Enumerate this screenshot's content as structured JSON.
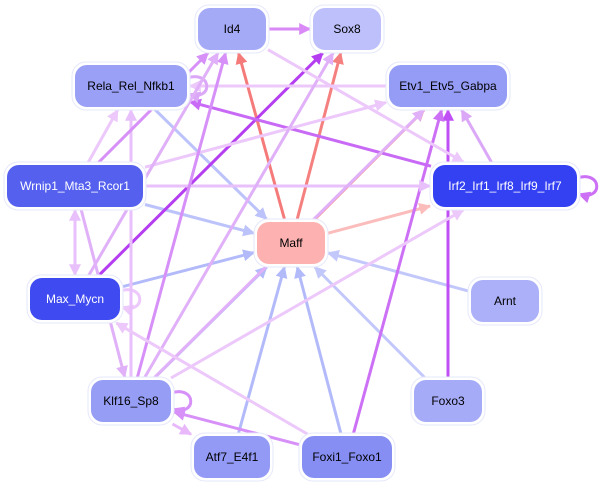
{
  "diagram": {
    "type": "regulatory-network",
    "center_node": "Maff",
    "nodes": [
      {
        "id": "Id4",
        "label": "Id4",
        "fill": "#a5aaf7",
        "text_color": "#000000"
      },
      {
        "id": "Sox8",
        "label": "Sox8",
        "fill": "#bdc0fb",
        "text_color": "#000000"
      },
      {
        "id": "Rela_Rel_Nfkb1",
        "label": "Rela_Rel_Nfkb1",
        "fill": "#9aa0f5",
        "text_color": "#000000"
      },
      {
        "id": "Etv1_Etv5_Gabpa",
        "label": "Etv1_Etv5_Gabpa",
        "fill": "#959cf5",
        "text_color": "#000000"
      },
      {
        "id": "Wrnip1_Mta3_Rcor1",
        "label": "Wrnip1_Mta3_Rcor1",
        "fill": "#5561ee",
        "text_color": "#ffffff"
      },
      {
        "id": "Irf2_Irf1_Irf8_Irf9_Irf7",
        "label": "Irf2_Irf1_Irf8_Irf9_Irf7",
        "fill": "#3441f2",
        "text_color": "#ffffff"
      },
      {
        "id": "Maff",
        "label": "Maff",
        "fill": "#fdb1b1",
        "text_color": "#000000"
      },
      {
        "id": "Max_Mycn",
        "label": "Max_Mycn",
        "fill": "#3f4af0",
        "text_color": "#ffffff"
      },
      {
        "id": "Arnt",
        "label": "Arnt",
        "fill": "#abb0f8",
        "text_color": "#000000"
      },
      {
        "id": "Klf16_Sp8",
        "label": "Klf16_Sp8",
        "fill": "#969df5",
        "text_color": "#000000"
      },
      {
        "id": "Foxo3",
        "label": "Foxo3",
        "fill": "#a6abf7",
        "text_color": "#000000"
      },
      {
        "id": "Atf7_E4f1",
        "label": "Atf7_E4f1",
        "fill": "#939af5",
        "text_color": "#000000"
      },
      {
        "id": "Foxi1_Foxo1",
        "label": "Foxi1_Foxo1",
        "fill": "#868ef3",
        "text_color": "#000000"
      }
    ],
    "edges": [
      {
        "from": "Maff",
        "to": "Id4",
        "color": "#f57a7a"
      },
      {
        "from": "Maff",
        "to": "Sox8",
        "color": "#f58080"
      },
      {
        "from": "Maff",
        "to": "Etv1_Etv5_Gabpa",
        "color": "#f78c8c"
      },
      {
        "from": "Maff",
        "to": "Irf2_Irf1_Irf8_Irf9_Irf7",
        "color": "#fbbcbc"
      },
      {
        "from": "Id4",
        "to": "Sox8",
        "color": "#d98af7"
      },
      {
        "from": "Rela_Rel_Nfkb1",
        "to": "Maff",
        "color": "#bcc3fa"
      },
      {
        "from": "Wrnip1_Mta3_Rcor1",
        "to": "Maff",
        "color": "#bcc3fa"
      },
      {
        "from": "Max_Mycn",
        "to": "Maff",
        "color": "#b3bafa"
      },
      {
        "from": "Klf16_Sp8",
        "to": "Maff",
        "color": "#b3bafa"
      },
      {
        "from": "Atf7_E4f1",
        "to": "Maff",
        "color": "#b3bafa"
      },
      {
        "from": "Foxi1_Foxo1",
        "to": "Maff",
        "color": "#b3bafa"
      },
      {
        "from": "Foxo3",
        "to": "Maff",
        "color": "#c3c8fb"
      },
      {
        "from": "Arnt",
        "to": "Maff",
        "color": "#c3c8fb"
      },
      {
        "from": "Max_Mycn",
        "to": "Sox8",
        "color": "#b43ef0"
      },
      {
        "from": "Foxo3",
        "to": "Etv1_Etv5_Gabpa",
        "color": "#c050f5"
      },
      {
        "from": "Foxi1_Foxo1",
        "to": "Etv1_Etv5_Gabpa",
        "color": "#cc70f5"
      },
      {
        "from": "Irf2_Irf1_Irf8_Irf9_Irf7",
        "to": "Etv1_Etv5_Gabpa",
        "color": "#dba8f8"
      },
      {
        "from": "Irf2_Irf1_Irf8_Irf9_Irf7",
        "to": "Irf2_Irf1_Irf8_Irf9_Irf7",
        "color": "#cc70f5"
      },
      {
        "from": "Irf2_Irf1_Irf8_Irf9_Irf7",
        "to": "Rela_Rel_Nfkb1",
        "color": "#c86af5"
      },
      {
        "from": "Etv1_Etv5_Gabpa",
        "to": "Rela_Rel_Nfkb1",
        "color": "#ecc8fb"
      },
      {
        "from": "Rela_Rel_Nfkb1",
        "to": "Rela_Rel_Nfkb1",
        "color": "#dba8f8"
      },
      {
        "from": "Wrnip1_Mta3_Rcor1",
        "to": "Irf2_Irf1_Irf8_Irf9_Irf7",
        "color": "#e8c0fb"
      },
      {
        "from": "Wrnip1_Mta3_Rcor1",
        "to": "Etv1_Etv5_Gabpa",
        "color": "#ecc8fb"
      },
      {
        "from": "Wrnip1_Mta3_Rcor1",
        "to": "Rela_Rel_Nfkb1",
        "color": "#ecc8fb"
      },
      {
        "from": "Wrnip1_Mta3_Rcor1",
        "to": "Max_Mycn",
        "color": "#e8c0fb"
      },
      {
        "from": "Max_Mycn",
        "to": "Wrnip1_Mta3_Rcor1",
        "color": "#e8c0fb"
      },
      {
        "from": "Max_Mycn",
        "to": "Max_Mycn",
        "color": "#ecc8fb"
      },
      {
        "from": "Klf16_Sp8",
        "to": "Id4",
        "color": "#d690f8"
      },
      {
        "from": "Klf16_Sp8",
        "to": "Sox8",
        "color": "#e0b0f8"
      },
      {
        "from": "Klf16_Sp8",
        "to": "Etv1_Etv5_Gabpa",
        "color": "#e0b0f8"
      },
      {
        "from": "Klf16_Sp8",
        "to": "Rela_Rel_Nfkb1",
        "color": "#e8c0fb"
      },
      {
        "from": "Klf16_Sp8",
        "to": "Irf2_Irf1_Irf8_Irf9_Irf7",
        "color": "#ecc8fb"
      },
      {
        "from": "Klf16_Sp8",
        "to": "Klf16_Sp8",
        "color": "#d690f8"
      },
      {
        "from": "Klf16_Sp8",
        "to": "Atf7_E4f1",
        "color": "#e8b8fa"
      },
      {
        "from": "Wrnip1_Mta3_Rcor1",
        "to": "Klf16_Sp8",
        "color": "#e0b0f8"
      },
      {
        "from": "Foxi1_Foxo1",
        "to": "Klf16_Sp8",
        "color": "#d690f8"
      },
      {
        "from": "Foxi1_Foxo1",
        "to": "Max_Mycn",
        "color": "#ecc8fb"
      },
      {
        "from": "Max_Mycn",
        "to": "Id4",
        "color": "#e0b0f8"
      },
      {
        "from": "Id4",
        "to": "Irf2_Irf1_Irf8_Irf9_Irf7",
        "color": "#ecc8fb"
      },
      {
        "from": "Wrnip1_Mta3_Rcor1",
        "to": "Id4",
        "color": "#d690f8"
      }
    ]
  }
}
